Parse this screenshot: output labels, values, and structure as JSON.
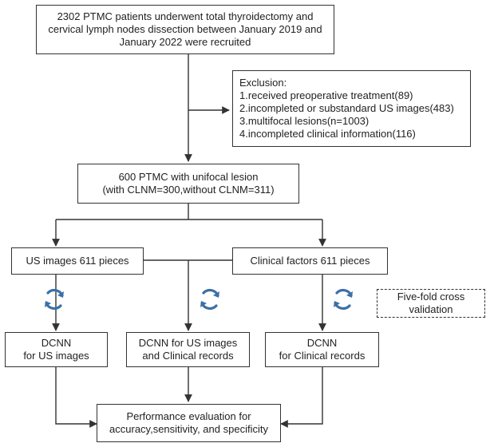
{
  "boxes": {
    "recruit": [
      "2302 PTMC patients underwent total thyroidectomy and",
      "cervical lymph nodes dissection between January 2019 and",
      "January 2022 were recruited"
    ],
    "exclusion": [
      "Exclusion:",
      "1.received preoperative treatment(89)",
      "2.incompleted or substandard US images(483)",
      "3.multifocal lesions(n=1003)",
      "4.incompleted clinical information(116)"
    ],
    "cohort": [
      "600 PTMC with unifocal lesion",
      "(with CLNM=300,without CLNM=311)"
    ],
    "us_images": [
      "US images 611 pieces"
    ],
    "clinical_factors": [
      "Clinical factors 611 pieces"
    ],
    "cross_validation": [
      "Five-fold cross",
      "validation"
    ],
    "dcnn_us": [
      "DCNN",
      "for US images"
    ],
    "dcnn_combined": [
      "DCNN for US images",
      "and Clinical records"
    ],
    "dcnn_clinical": [
      "DCNN",
      "for Clinical records"
    ],
    "evaluation": [
      "Performance evaluation for",
      "accuracy,sensitivity, and specificity"
    ]
  },
  "icons": {
    "cycle": "refresh-cycle-icon",
    "cycle_color": "#3b6fa8"
  },
  "colors": {
    "stroke": "#333333",
    "text": "#222222"
  }
}
